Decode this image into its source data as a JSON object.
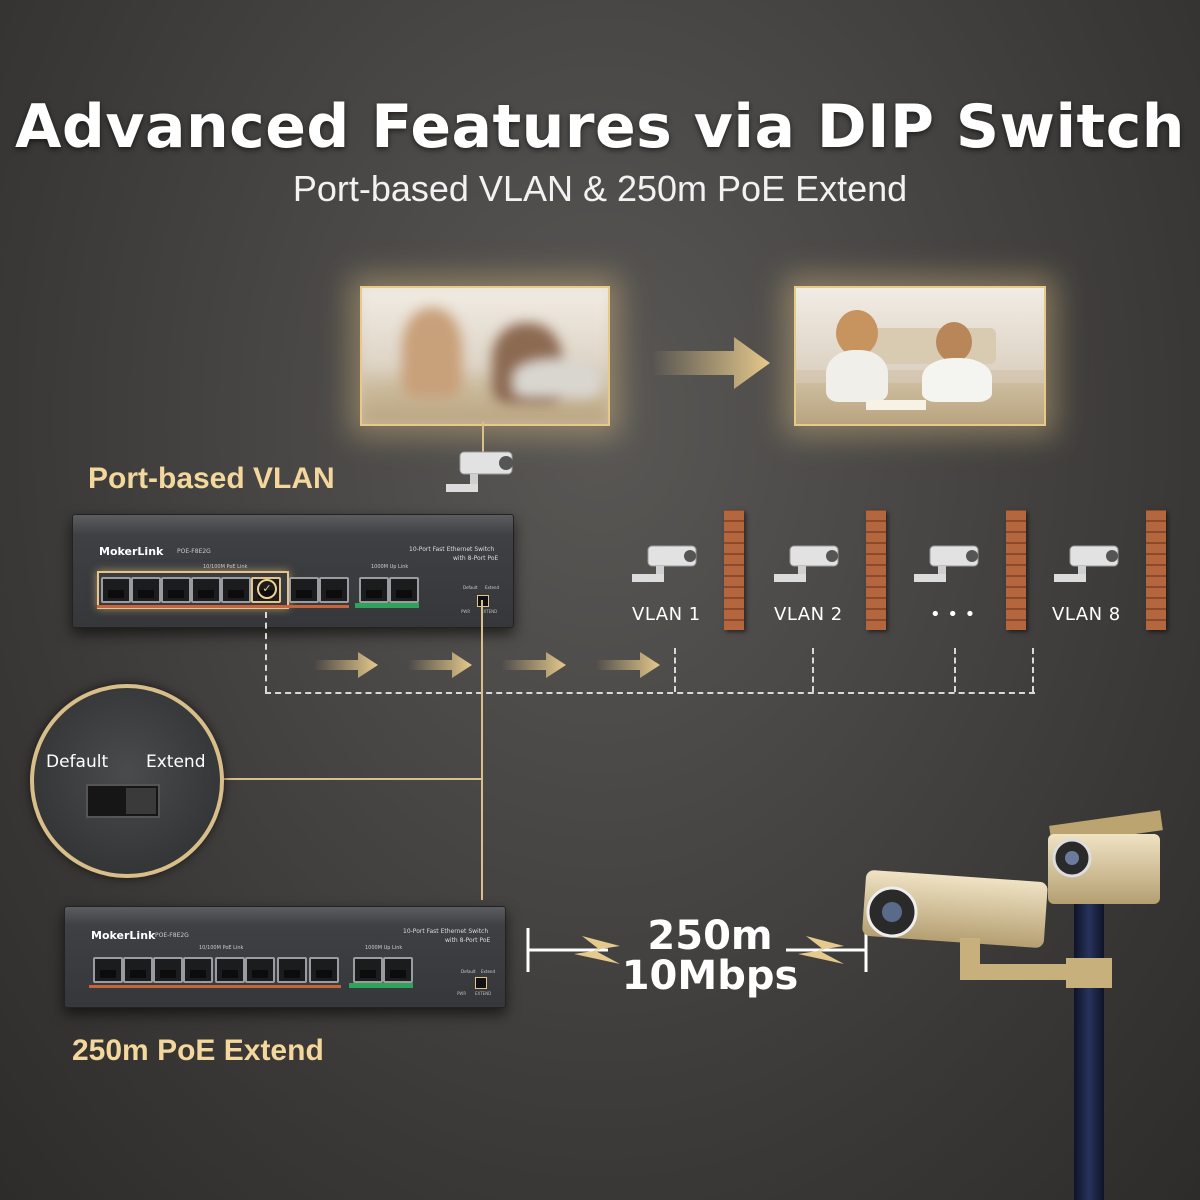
{
  "header": {
    "title": "Advanced Features via DIP Switch",
    "subtitle": "Port-based VLAN & 250m PoE Extend"
  },
  "vlan_section": {
    "label": "Port-based VLAN",
    "vlans": [
      "VLAN 1",
      "VLAN 2",
      "• • •",
      "VLAN 8"
    ]
  },
  "switch": {
    "brand": "MokerLink",
    "model": "POE-F8E2G",
    "description_line1": "10-Port Fast Ethernet Switch",
    "description_line2": "with 8-Port PoE",
    "poe_ports_label": "10/100M PoE Link",
    "uplink_label": "1000M Up Link",
    "dip_labels": [
      "Default",
      "Extend"
    ],
    "led_labels": [
      "PWR",
      "EXTEND"
    ]
  },
  "dip_switch": {
    "left_label": "Default",
    "right_label": "Extend"
  },
  "extend_section": {
    "label": "250m PoE Extend",
    "distance": "250m",
    "speed": "10Mbps"
  },
  "colors": {
    "accent_gold": "#f3d79c",
    "line_gold": "#d9c08a",
    "poe_port_bar": "#c8643a",
    "uplink_port_bar": "#2fa35a"
  }
}
